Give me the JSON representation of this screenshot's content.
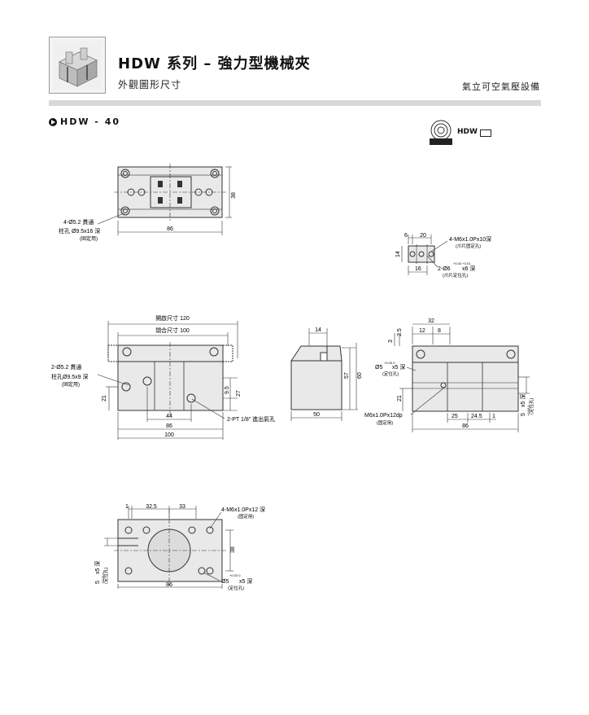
{
  "header": {
    "title": "HDW 系列 – 強力型機械夾",
    "subtitle": "外觀圖形尺寸",
    "category": "氣立可空氣壓設備"
  },
  "section": {
    "model": "HDW - 40",
    "symbol_label": "HDW"
  },
  "drawings": {
    "top_view": {
      "dim_length": "86",
      "dim_height": "38",
      "note_holes_1": "4-Ø5.2 貫通",
      "note_holes_2": "柱孔 Ø9.5x16 深",
      "note_holes_3": "(固定用)"
    },
    "jaw_detail": {
      "dim_6": "6",
      "dim_20": "20",
      "dim_14": "14",
      "dim_16": "16",
      "note_thread": "4-M6x1.0Px10深",
      "note_thread_sub": "(爪片固定孔)",
      "note_pin": "2-Ø6",
      "note_pin_tol": "+0.03 +0.01",
      "note_pin_depth": "x6 深",
      "note_pin_sub": "(爪片定位孔)"
    },
    "front_view": {
      "open_label": "開啟尺寸 120",
      "close_label": "閉合尺寸 100",
      "note_holes_1": "2-Ø5.2 貫通",
      "note_holes_2": "柱孔Ø9.5x9 深",
      "note_holes_3": "(固定用)",
      "dim_21": "21",
      "dim_9_5": "9.5",
      "dim_27": "27",
      "dim_44": "44",
      "dim_86": "86",
      "dim_100": "100",
      "port_note": "2-PT 1/8\" 進出氣孔"
    },
    "side_view": {
      "dim_14": "14",
      "dim_57": "57",
      "dim_60": "60",
      "dim_50": "50"
    },
    "right_view": {
      "dim_32": "32",
      "dim_12": "12",
      "dim_8": "8",
      "dim_3": "3",
      "dim_2_5": "2.5",
      "pin_note": "Ø5",
      "pin_tol": "+0.03 0",
      "pin_depth": "x5 深",
      "pin_sub": "(定位孔)",
      "dim_21": "21",
      "dim_25": "25",
      "dim_24_5": "24.5",
      "dim_1": "1",
      "dim_86": "86",
      "thread_note": "M6x1.0Px12dp",
      "thread_sub": "(固定用)",
      "side_note": "5",
      "side_tol": "+0.03 0",
      "side_depth": "x5 深",
      "side_sub": "(定位孔)"
    },
    "bottom_view": {
      "dim_1": "1",
      "dim_32_5": "32.5",
      "dim_33": "33",
      "dim_38": "38",
      "dim_86": "86",
      "thread_note": "4-M6x1.0Px12 深",
      "thread_sub": "(固定用)",
      "pin_note": "Ø5",
      "pin_tol": "+0.03 0",
      "pin_depth": "x5 深",
      "pin_sub": "(定位孔)",
      "side_note": "5",
      "side_tol": "+0.03 0",
      "side_depth": "x5 深",
      "side_sub": "(定位孔)"
    }
  }
}
